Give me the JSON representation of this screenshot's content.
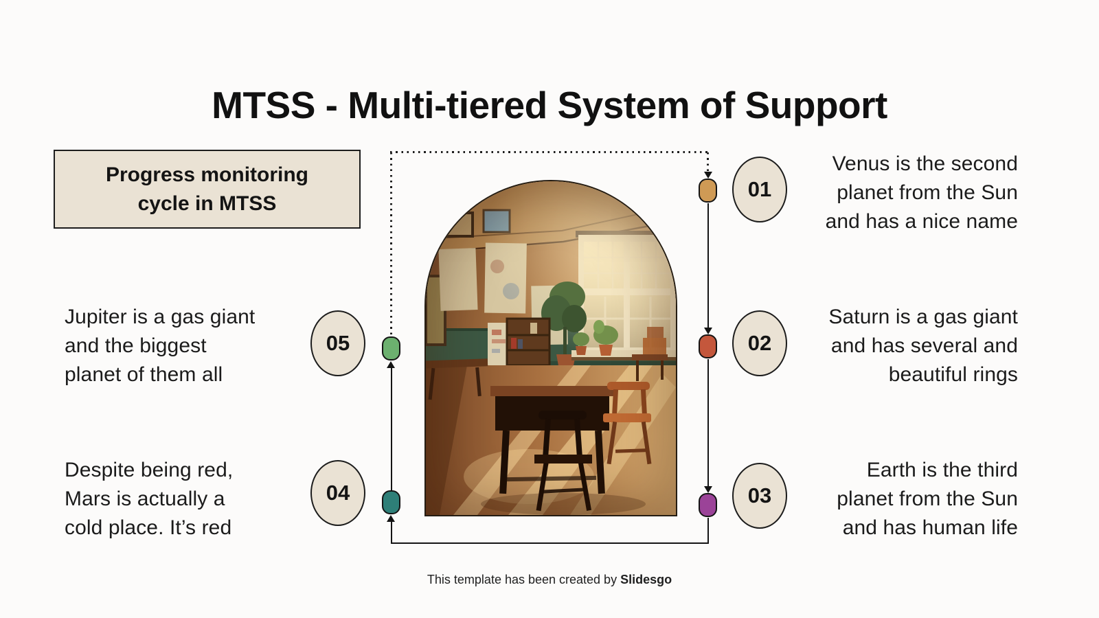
{
  "title": "MTSS - Multi-tiered System of Support",
  "highlight_box": {
    "line1": "Progress monitoring",
    "line2": "cycle in MTSS"
  },
  "steps": [
    {
      "number": "01",
      "side": "right",
      "dot_color": "#cf9a55",
      "lines": {
        "l1": "Venus is the second",
        "l2": "planet from the Sun",
        "l3": "and has a nice name"
      }
    },
    {
      "number": "02",
      "side": "right",
      "dot_color": "#c4573c",
      "lines": {
        "l1": "Saturn is a gas giant",
        "l2": "and has several and",
        "l3": "beautiful rings"
      }
    },
    {
      "number": "03",
      "side": "right",
      "dot_color": "#9b4398",
      "lines": {
        "l1": "Earth is the third",
        "l2": "planet from the Sun",
        "l3": "and has human life"
      }
    },
    {
      "number": "04",
      "side": "left",
      "dot_color": "#2e7f78",
      "lines": {
        "l1": "Despite being red,",
        "l2": "Mars is actually a",
        "l3": "cold place. It’s red"
      }
    },
    {
      "number": "05",
      "side": "left",
      "dot_color": "#6cb06f",
      "lines": {
        "l1": "Jupiter is a gas giant",
        "l2": "and the biggest",
        "l3": "planet of them all"
      }
    }
  ],
  "footer": {
    "prefix": "This template has been created by ",
    "brand": "Slidesgo"
  },
  "colors": {
    "background": "#fcfbfa",
    "ink": "#141414",
    "beige": "#eae2d4",
    "dot_01": "#cf9a55",
    "dot_02": "#c4573c",
    "dot_03": "#9b4398",
    "dot_04": "#2e7f78",
    "dot_05": "#6cb06f"
  }
}
